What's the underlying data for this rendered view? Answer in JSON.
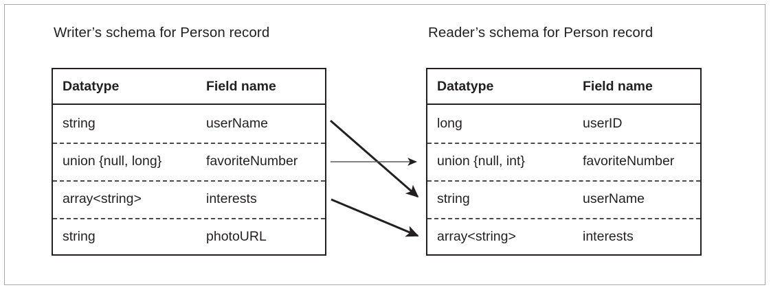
{
  "figure": {
    "background_color": "#ffffff",
    "frame_color": "#a9a9a9",
    "ink_color": "#231f20"
  },
  "writer_panel": {
    "caption": "Writer’s schema for Person record",
    "table": {
      "columns": [
        "Datatype",
        "Field name"
      ],
      "rows": [
        {
          "datatype": "string",
          "field": "userName"
        },
        {
          "datatype": "union {null, long}",
          "field": "favoriteNumber"
        },
        {
          "datatype": "array<string>",
          "field": "interests"
        },
        {
          "datatype": "string",
          "field": "photoURL"
        }
      ]
    }
  },
  "reader_panel": {
    "caption": "Reader’s schema for Person record",
    "table": {
      "columns": [
        "Datatype",
        "Field name"
      ],
      "rows": [
        {
          "datatype": "long",
          "field": "userID"
        },
        {
          "datatype": "union {null, int}",
          "field": "favoriteNumber"
        },
        {
          "datatype": "string",
          "field": "userName"
        },
        {
          "datatype": "array<string>",
          "field": "interests"
        }
      ]
    }
  },
  "mappings": {
    "color": "#231f20",
    "links": [
      {
        "from_field": "userName",
        "to_field": "userName",
        "from_row": 0,
        "to_row": 2
      },
      {
        "from_field": "favoriteNumber",
        "to_field": "favoriteNumber",
        "from_row": 1,
        "to_row": 1
      },
      {
        "from_field": "interests",
        "to_field": "interests",
        "from_row": 2,
        "to_row": 3
      }
    ]
  }
}
